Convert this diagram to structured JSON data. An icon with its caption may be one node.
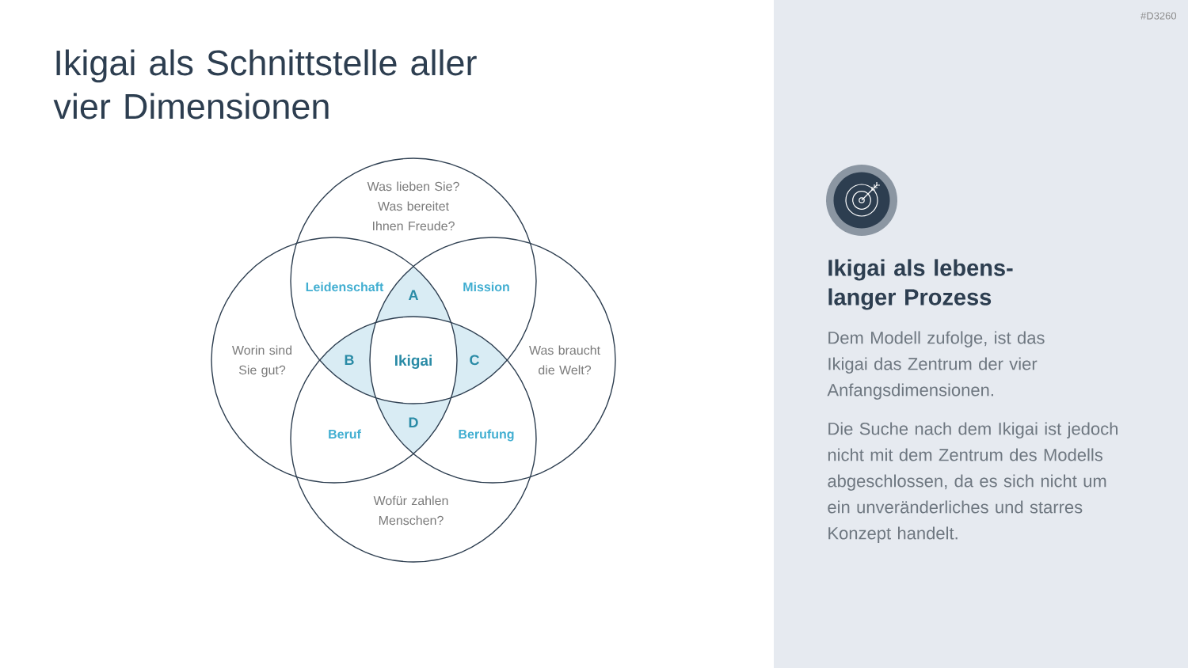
{
  "diagram": {
    "title": "Ikigai als Schnittstelle aller vier Dimensionen",
    "nodes": [
      {
        "text": [
          "Was lieben Sie? Was bereitet Ihnen Freude?"
        ]
      },
      {
        "text": [
          "Worin sind Sie gut?"
        ]
      },
      {
        "text": [
          "Was braucht die Welt?"
        ]
      },
      {
        "text": [
          "Wofür zahlen Menschen?"
        ]
      },
      {
        "text": [
          "Leidenschaft"
        ]
      },
      {
        "text": [
          "A"
        ]
      },
      {
        "text": [
          "Mission"
        ]
      },
      {
        "text": [
          "B"
        ]
      },
      {
        "text": [
          "Ikigai"
        ]
      },
      {
        "text": [
          "C"
        ]
      },
      {
        "text": [
          "Beruf"
        ]
      },
      {
        "text": [
          "D"
        ]
      },
      {
        "text": [
          "Berufung"
        ]
      },
      {
        "text": [
          "Ikigai als lebens- langer Prozess",
          "Dem Modell zufolge, ist das Ikigai das Zentrum der vier Anfangsdimensionen.",
          "Die Suche nach dem Ikigai ist jedoch nicht mit dem Zentrum des Modells abgeschlossen, da es sich nicht um ein unveränderliches und starres Konzept handelt."
        ]
      }
    ],
    "labels": [
      "#D3260"
    ]
  }
}
